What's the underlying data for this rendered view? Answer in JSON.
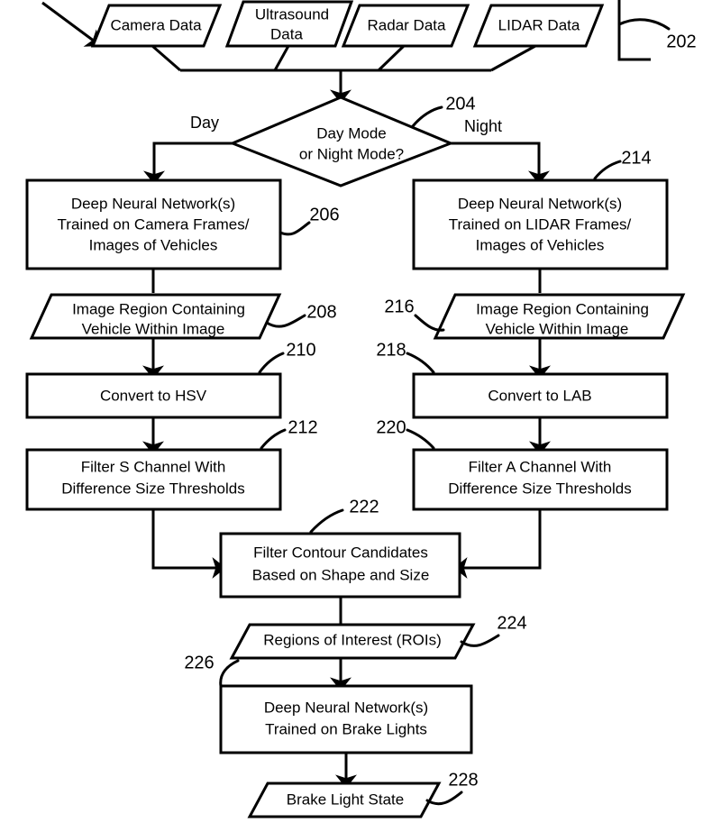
{
  "figure": {
    "type": "patent-flowchart",
    "title": "Brake Light Detection Flowchart",
    "background_color": "#ffffff",
    "line_color": "#000000"
  },
  "nodes": {
    "camera_data": {
      "label": "Camera Data",
      "shape": "parallelogram"
    },
    "ultrasound_data": {
      "line1": "Ultrasound",
      "line2": "Data",
      "shape": "parallelogram"
    },
    "radar_data": {
      "label": "Radar Data",
      "shape": "parallelogram"
    },
    "lidar_data": {
      "label": "LIDAR Data",
      "shape": "parallelogram"
    },
    "decision": {
      "line1": "Day Mode",
      "line2": "or Night Mode?",
      "shape": "diamond"
    },
    "dnn_camera": {
      "line1": "Deep Neural Network(s)",
      "line2": "Trained on Camera  Frames/",
      "line3": "Images of Vehicles",
      "shape": "rectangle"
    },
    "dnn_lidar": {
      "line1": "Deep Neural Network(s)",
      "line2": "Trained on LIDAR Frames/",
      "line3": "Images of Vehicles",
      "shape": "rectangle"
    },
    "image_region_left": {
      "line1": "Image Region Containing",
      "line2": "Vehicle Within Image",
      "shape": "parallelogram"
    },
    "image_region_right": {
      "line1": "Image Region Containing",
      "line2": "Vehicle Within Image",
      "shape": "parallelogram"
    },
    "convert_hsv": {
      "label": "Convert to HSV",
      "shape": "rectangle"
    },
    "convert_lab": {
      "label": "Convert to LAB",
      "shape": "rectangle"
    },
    "filter_s": {
      "line1": "Filter S Channel With",
      "line2": "Difference Size Thresholds",
      "shape": "rectangle"
    },
    "filter_a": {
      "line1": "Filter A Channel With",
      "line2": "Difference Size Thresholds",
      "shape": "rectangle"
    },
    "filter_contour": {
      "line1": "Filter Contour Candidates",
      "line2": "Based on Shape and Size",
      "shape": "rectangle"
    },
    "rois": {
      "label": "Regions of Interest (ROIs)",
      "shape": "parallelogram"
    },
    "dnn_brake": {
      "line1": "Deep Neural Network(s)",
      "line2": "Trained on Brake Lights",
      "shape": "rectangle"
    },
    "brake_state": {
      "label": "Brake Light State",
      "shape": "parallelogram"
    }
  },
  "edge_labels": {
    "day": "Day",
    "night": "Night"
  },
  "reference_numerals": {
    "n202": "202",
    "n204": "204",
    "n206": "206",
    "n208": "208",
    "n210": "210",
    "n212": "212",
    "n214": "214",
    "n216": "216",
    "n218": "218",
    "n220": "220",
    "n222": "222",
    "n224": "224",
    "n226": "226",
    "n228": "228"
  }
}
